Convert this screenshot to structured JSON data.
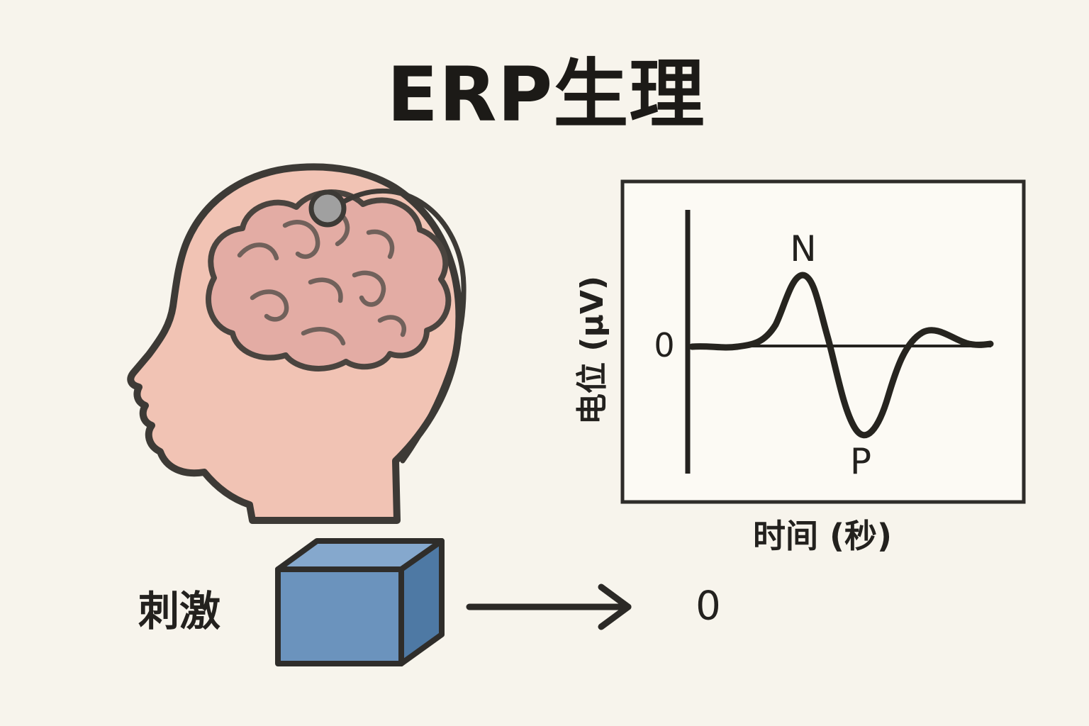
{
  "title": "ERP生理",
  "chart": {
    "y_axis_label": "电位 (μV)",
    "x_axis_label": "时间 (秒)",
    "zero_tick": "0",
    "n_label": "N",
    "p_label": "P"
  },
  "stimulus": {
    "label": "刺激",
    "onset_label": "0"
  },
  "figures": {
    "head": "human-head-profile-with-brain",
    "electrode": "scalp-electrode-with-lead-wire",
    "cube": "stimulus-cube",
    "arrow": "right-arrow"
  },
  "colors": {
    "background": "#f7f4ec",
    "ink": "#2b2926",
    "head_skin": "#f1c3b4",
    "brain_fill": "#e3aca4",
    "electrode_gray": "#a0a0a0",
    "cube_front": "#6b93bd",
    "cube_top": "#85a8cd",
    "cube_side": "#4e79a4",
    "chart_panel": "#fcfaf4"
  },
  "chart_data": {
    "type": "line",
    "title": "",
    "xlabel": "时间 (秒)",
    "ylabel": "电位 (μV)",
    "x": [
      0,
      0.1,
      0.2,
      0.28,
      0.37,
      0.46,
      0.56,
      0.66,
      0.79,
      0.9,
      1.0
    ],
    "values": [
      0,
      0,
      0.05,
      0.6,
      2.6,
      0.3,
      -3.0,
      -0.8,
      0.5,
      0.1,
      0
    ],
    "baseline": 0,
    "baseline_label": "0",
    "annotations": [
      {
        "label": "N",
        "x": 0.37,
        "y": 2.6
      },
      {
        "label": "P",
        "x": 0.56,
        "y": -3.0
      }
    ],
    "legend": "none",
    "grid": false
  }
}
